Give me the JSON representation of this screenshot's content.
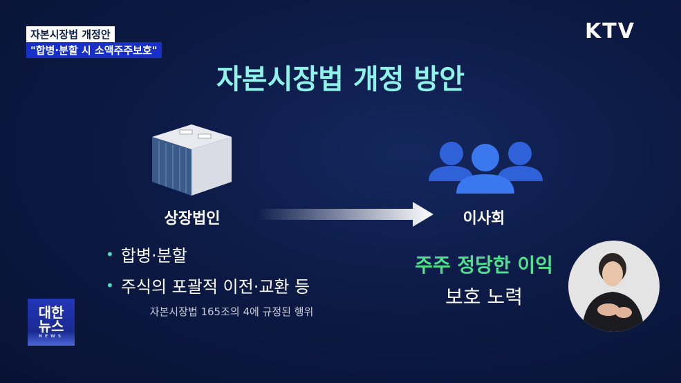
{
  "caption": {
    "line1": "자본시장법 개정안",
    "line2": "\"합병·분할 시 소액주주보호\""
  },
  "broadcaster_logo": "KTV",
  "title": "자본시장법 개정 방안",
  "diagram": {
    "source_label": "상장법인",
    "target_label": "이사회",
    "source_icon": "building-icon",
    "target_icon": "people-group-icon",
    "arrow_icon": "arrow-right-icon"
  },
  "bullets": [
    {
      "text": "합병·분할"
    },
    {
      "text": "주식의 포괄적 이전·교환 등"
    }
  ],
  "note": "자본시장법 165조의 4에 규정된 행위",
  "duty": {
    "highlight": "주주 정당한 이익",
    "rest": "보호 노력"
  },
  "program_logo": {
    "line1": "대한",
    "line2": "뉴스",
    "sub": "NEWS"
  },
  "colors": {
    "title": "#8ff3ea",
    "highlight": "#4ee28c",
    "background": "#0c1a45",
    "caption_bar": "#1830c8"
  }
}
